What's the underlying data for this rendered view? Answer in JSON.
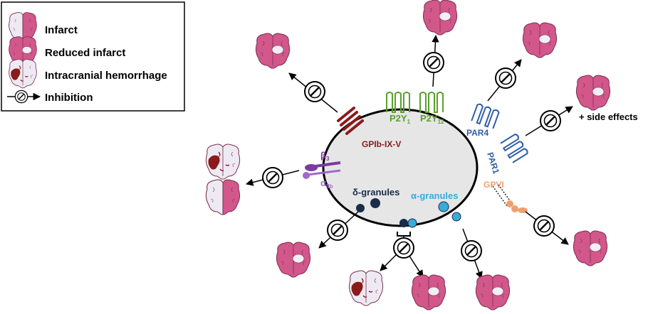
{
  "legend": {
    "infarct": "Infarct",
    "reduced_infarct": "Reduced infarct",
    "hemorrhage": "Intracranial hemorrhage",
    "inhibition": "Inhibition"
  },
  "receptors": {
    "gpib": "GPIb-IX-V",
    "p2y1_base": "P2Y",
    "p2y1_sub": "1",
    "p2y12_base": "P2Y",
    "p2y12_sub": "12",
    "par4": "PAR4",
    "par1": "PAR1",
    "gpvi": "GPVI",
    "beta3_base": "β",
    "beta3_sub": "3",
    "alpha_base": "α",
    "alpha_sub": "IIb"
  },
  "granules": {
    "delta": "δ-granules",
    "alpha": "α-granules"
  },
  "annotations": {
    "side_effects": "+ side effects"
  },
  "colors": {
    "brain_pink": "#d2578a",
    "brain_pale": "#eeeaf3",
    "hemorrhage": "#8b1a1a",
    "cell_fill": "#e6e6e6",
    "gpib": "#8b1a1a",
    "p2y": "#5aa02c",
    "par": "#2e5fa8",
    "gpvi": "#f0a070",
    "integrin": "#7b3aa0",
    "delta_granule": "#1a2c4a",
    "alpha_granule": "#3aaad8"
  }
}
